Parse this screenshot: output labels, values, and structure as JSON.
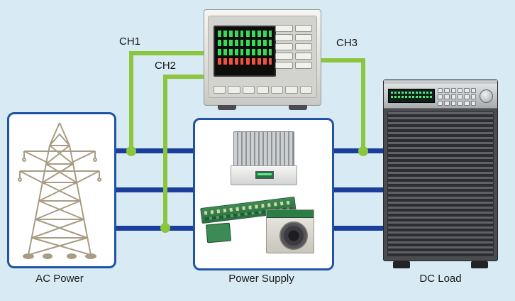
{
  "diagram": {
    "type": "connection-diagram",
    "channel_labels": {
      "ch1": "CH1",
      "ch2": "CH2",
      "ch3": "CH3"
    },
    "node_labels": {
      "ac_power": "AC Power",
      "power_supply": "Power Supply",
      "dc_load": "DC Load"
    },
    "connections": [
      {
        "channel": "CH1",
        "taps": "top bus between AC Power and Power Supply"
      },
      {
        "channel": "CH2",
        "taps": "bottom bus between AC Power and Power Supply"
      },
      {
        "channel": "CH3",
        "taps": "top bus between Power Supply and DC Load"
      }
    ],
    "colors": {
      "background": "#d8eaf4",
      "bus_line": "#1b3e9b",
      "probe_line": "#8cc63e",
      "node_border": "#2053a6",
      "node_fill": "#ffffff"
    }
  }
}
